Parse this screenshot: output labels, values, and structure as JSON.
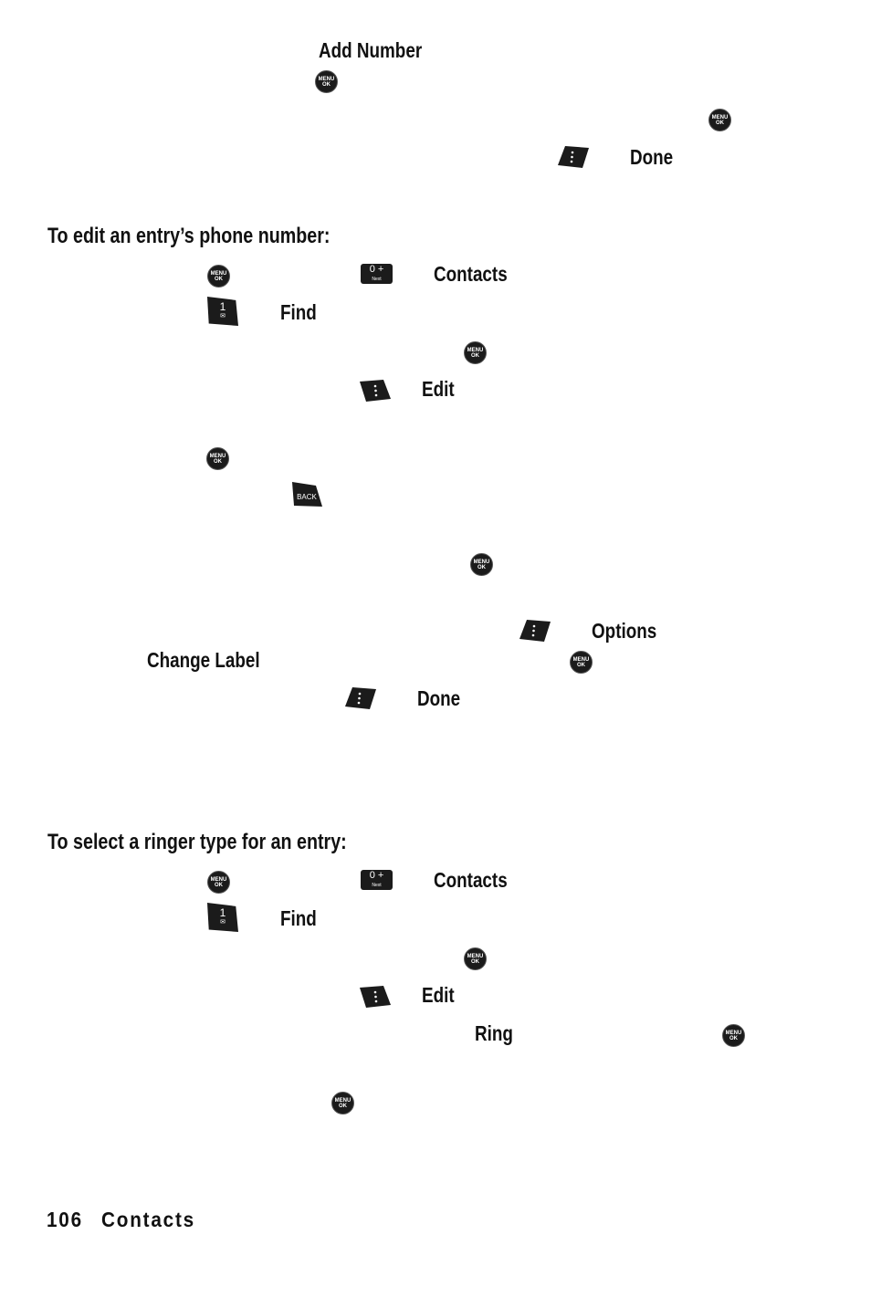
{
  "keys": {
    "menu_top": "MENU",
    "menu_bottom": "OK",
    "zero_big": "0 +",
    "zero_small": "Next",
    "one_big": "1",
    "one_small": "✉",
    "back": "BACK"
  },
  "top_section": {
    "add_number": "Add Number",
    "done": "Done"
  },
  "edit_section": {
    "heading": "To edit an entry’s phone number:",
    "contacts": "Contacts",
    "find": "Find",
    "edit": "Edit",
    "options": "Options",
    "change_label": "Change Label",
    "done": "Done"
  },
  "ringer_section": {
    "heading": "To select a ringer type for an entry:",
    "contacts": "Contacts",
    "find": "Find",
    "edit": "Edit",
    "ring": "Ring"
  },
  "footer": {
    "page_number": "106",
    "section": "Contacts"
  }
}
